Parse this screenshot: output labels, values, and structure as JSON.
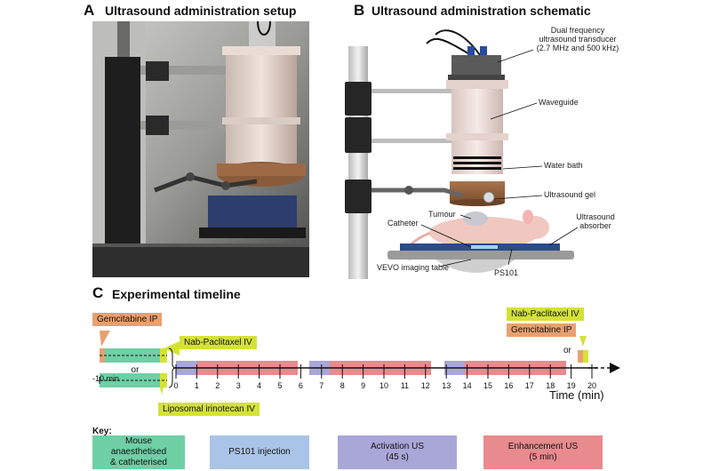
{
  "panel_a": {
    "letter": "A",
    "title": "Ultrasound administration setup"
  },
  "panel_b": {
    "letter": "B",
    "title": "Ultrasound administration schematic",
    "labels": {
      "transducer_1": "Dual frequency",
      "transducer_2": "ultrasound transducer",
      "transducer_3": "(2.7 MHz and 500 kHz)",
      "waveguide": "Waveguide",
      "water_bath": "Water bath",
      "ultrasound_gel": "Ultrasound gel",
      "tumour": "Tumour",
      "catheter": "Catheter",
      "absorber_1": "Ultrasound",
      "absorber_2": "absorber",
      "vevo": "VEVO imaging table",
      "ps101": "PS101"
    }
  },
  "panel_c": {
    "letter": "C",
    "title": "Experimental timeline",
    "gemcitabine_ip": "Gemcitabine IP",
    "nab_paclitaxel_iv": "Nab-Paclitaxel IV",
    "liposomal_irinotecan_iv": "Liposomal irinotecan IV",
    "or": "or",
    "start_tick": "-10 min",
    "ticks": [
      "0",
      "1",
      "2",
      "3",
      "4",
      "5",
      "6",
      "7",
      "8",
      "9",
      "10",
      "11",
      "12",
      "13",
      "14",
      "15",
      "16",
      "17",
      "18",
      "19",
      "20"
    ],
    "axis_label": "Time (min)"
  },
  "key": {
    "title": "Key:",
    "mouse_1": "Mouse",
    "mouse_2": "anaesthetised",
    "mouse_3": "& catheterised",
    "ps101": "PS101 injection",
    "activation_1": "Activation US",
    "activation_2": "(45 s)",
    "enhancement_1": "Enhancement US",
    "enhancement_2": "(5 min)"
  },
  "colors": {
    "mouse": "#6fcfa5",
    "ps101": "#a9c4e6",
    "activation": "#a9a6d8",
    "enhancement": "#e88a8e",
    "orange_tag": "#e8a070",
    "lime_tag": "#d4e236"
  }
}
